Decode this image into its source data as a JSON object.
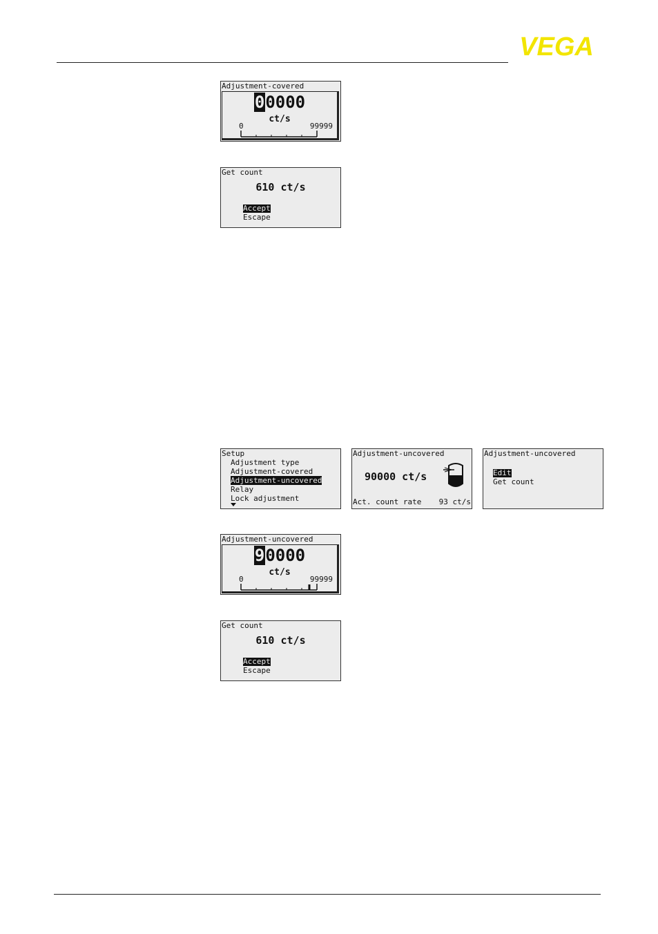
{
  "brand": {
    "logo_text": "VEGA",
    "logo_color": "#f2e500"
  },
  "screens": {
    "adj_covered_edit": {
      "title": "Adjustment-covered",
      "cursor_digit": "0",
      "rest_digits": "0000",
      "unit": "ct/s",
      "scale_min": "0",
      "scale_max": "99999"
    },
    "get_count_1": {
      "title": "Get count",
      "value": "610 ct/s",
      "accept": "Accept",
      "escape": "Escape"
    },
    "setup_menu": {
      "title": "Setup",
      "items": [
        "Adjustment type",
        "Adjustment-covered",
        "Adjustment-uncovered",
        "Relay",
        "Lock adjustment"
      ],
      "selected_index": 2
    },
    "adj_uncovered_display": {
      "title": "Adjustment-uncovered",
      "value": "90000 ct/s",
      "bottom_label": "Act. count rate",
      "bottom_value": "93 ct/s",
      "icon": "tank-icon"
    },
    "adj_uncovered_menu": {
      "title": "Adjustment-uncovered",
      "edit": "Edit",
      "get_count": "Get count"
    },
    "adj_uncovered_edit": {
      "title": "Adjustment-uncovered",
      "cursor_digit": "9",
      "rest_digits": "0000",
      "unit": "ct/s",
      "scale_min": "0",
      "scale_max": "99999",
      "scale_fraction": 0.9
    },
    "get_count_2": {
      "title": "Get count",
      "value": "610 ct/s",
      "accept": "Accept",
      "escape": "Escape"
    }
  }
}
